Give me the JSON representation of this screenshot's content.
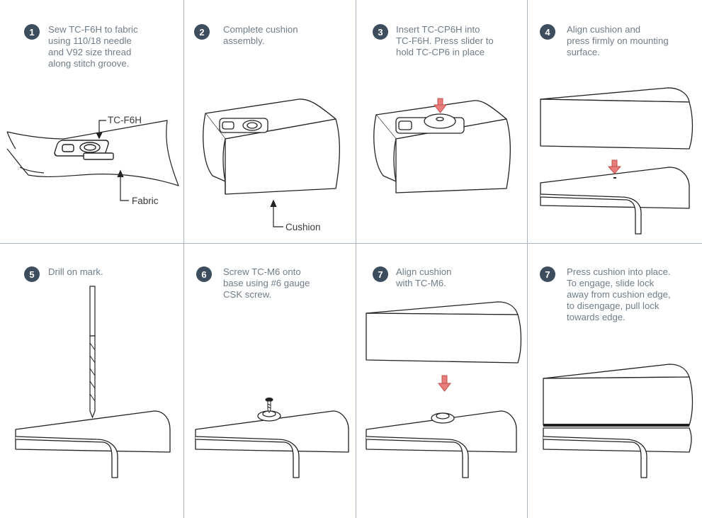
{
  "steps": [
    {
      "number": "1",
      "text": "Sew TC-F6H to fabric\nusing 110/18 needle\nand V92 size thread\nalong stitch groove."
    },
    {
      "number": "2",
      "text": "Complete cushion\nassembly."
    },
    {
      "number": "3",
      "text": "Insert TC-CP6H into\nTC-F6H. Press slider to\nhold TC-CP6 in place"
    },
    {
      "number": "4",
      "text": "Align cushion and\npress firmly on mounting\nsurface."
    },
    {
      "number": "5",
      "text": "Drill on mark."
    },
    {
      "number": "6",
      "text": "Screw TC-M6 onto\nbase using #6 gauge\nCSK screw."
    },
    {
      "number": "7",
      "text": "Align cushion\nwith TC-M6."
    },
    {
      "number": "7",
      "text": "Press cushion into place.\nTo engage, slide lock\naway from cushion edge,\nto disengage, pull lock\ntowards edge."
    }
  ],
  "callouts": {
    "fastener": "TC-F6H",
    "fabric": "Fabric",
    "cushion": "Cushion"
  },
  "colors": {
    "badge": "#3d4d5e",
    "step_text": "#6f7c89",
    "grid_line": "#a9b4bf",
    "arrow": "#e87d7b",
    "line_art": "#222222"
  }
}
